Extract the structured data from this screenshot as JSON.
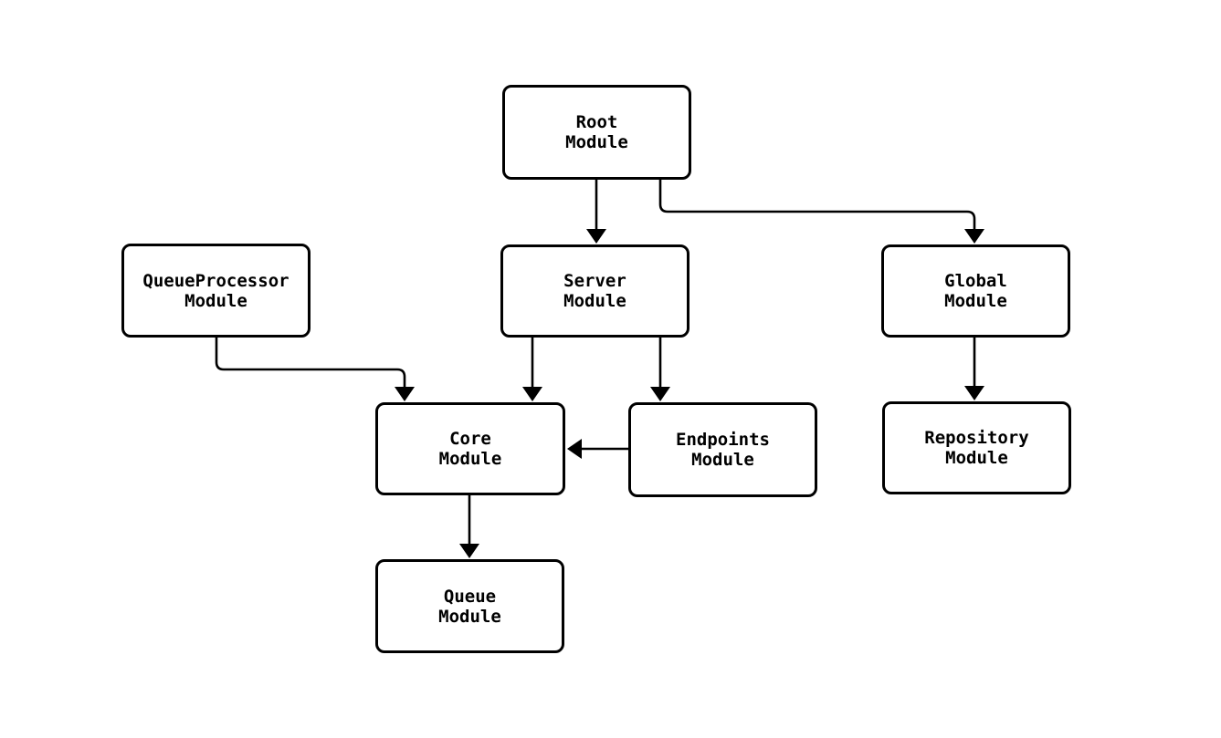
{
  "diagram": {
    "type": "module-dependency-flowchart",
    "background_color": "#ffffff",
    "node_fill_color": "#ffffff",
    "node_border_color": "#000000",
    "text_color": "#000000",
    "nodes": [
      {
        "id": "root",
        "label": "Root\nModule"
      },
      {
        "id": "queueprocessor",
        "label": "QueueProcessor\nModule"
      },
      {
        "id": "server",
        "label": "Server\nModule"
      },
      {
        "id": "global",
        "label": "Global\nModule"
      },
      {
        "id": "core",
        "label": "Core\nModule"
      },
      {
        "id": "endpoints",
        "label": "Endpoints\nModule"
      },
      {
        "id": "repository",
        "label": "Repository\nModule"
      },
      {
        "id": "queue",
        "label": "Queue\nModule"
      }
    ],
    "edges": [
      {
        "from": "root",
        "to": "server"
      },
      {
        "from": "root",
        "to": "global"
      },
      {
        "from": "queueprocessor",
        "to": "core"
      },
      {
        "from": "server",
        "to": "core"
      },
      {
        "from": "server",
        "to": "endpoints"
      },
      {
        "from": "endpoints",
        "to": "core"
      },
      {
        "from": "global",
        "to": "repository"
      },
      {
        "from": "core",
        "to": "queue"
      }
    ]
  }
}
